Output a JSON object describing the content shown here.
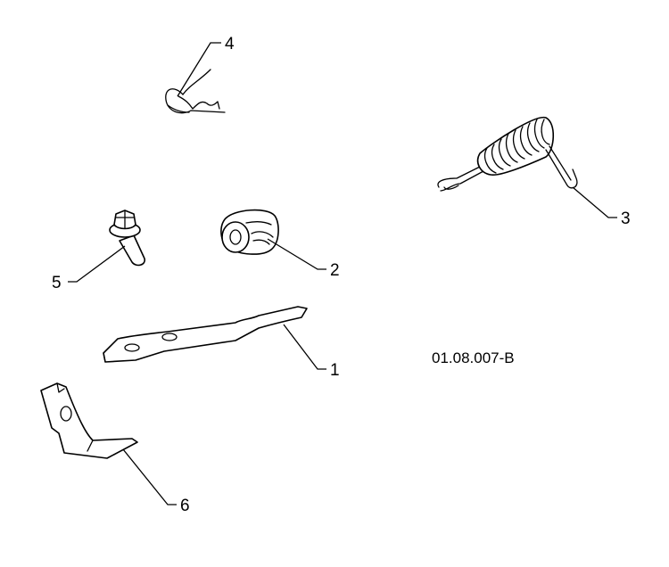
{
  "diagram": {
    "reference_code": "01.08.007-B",
    "callouts": [
      {
        "id": "1",
        "label": "1"
      },
      {
        "id": "2",
        "label": "2"
      },
      {
        "id": "3",
        "label": "3"
      },
      {
        "id": "4",
        "label": "4"
      },
      {
        "id": "5",
        "label": "5"
      },
      {
        "id": "6",
        "label": "6"
      }
    ]
  }
}
